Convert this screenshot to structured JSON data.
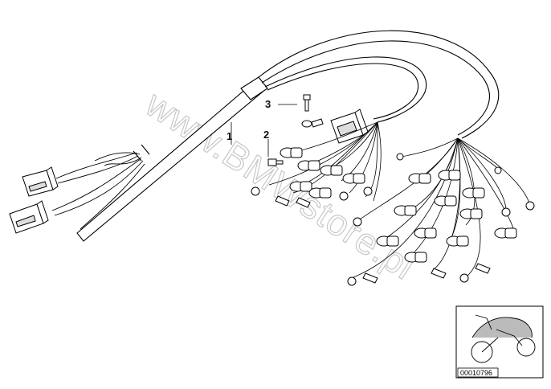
{
  "watermark": "www.BMWstore.pl",
  "callouts": [
    {
      "id": "1",
      "label": "1"
    },
    {
      "id": "2",
      "label": "2"
    },
    {
      "id": "3",
      "label": "3"
    }
  ],
  "reference": {
    "code": "00010796",
    "thumbnail": "motorcycle-thumbnail"
  }
}
